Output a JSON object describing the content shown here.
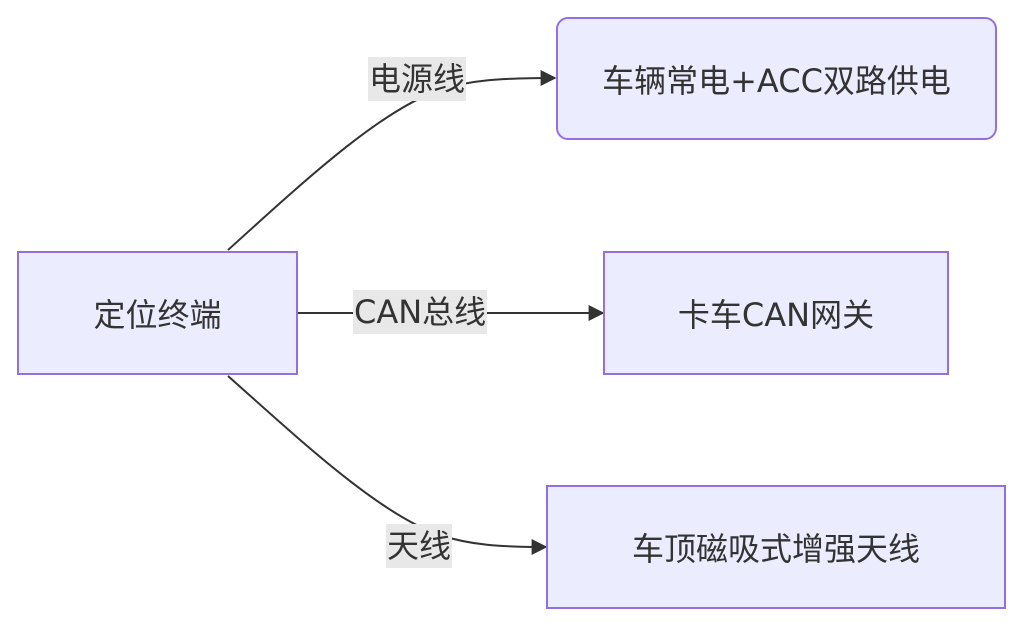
{
  "diagram": {
    "type": "flowchart",
    "direction": "LR",
    "nodes": [
      {
        "id": "terminal",
        "label": "定位终端",
        "shape": "rect"
      },
      {
        "id": "power",
        "label": "车辆常电+ACC双路供电",
        "shape": "rounded"
      },
      {
        "id": "can",
        "label": "卡车CAN网关",
        "shape": "rect"
      },
      {
        "id": "antenna",
        "label": "车顶磁吸式增强天线",
        "shape": "rect"
      }
    ],
    "edges": [
      {
        "from": "terminal",
        "to": "power",
        "label": "电源线"
      },
      {
        "from": "terminal",
        "to": "can",
        "label": "CAN总线"
      },
      {
        "from": "terminal",
        "to": "antenna",
        "label": "天线"
      }
    ],
    "colors": {
      "node_fill": "#ECECFF",
      "node_border": "#9370DB",
      "edge": "#333333",
      "label_bg": "#E8E8E8",
      "text": "#333333"
    }
  }
}
